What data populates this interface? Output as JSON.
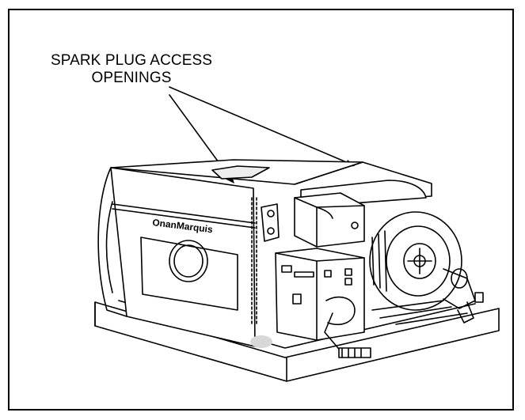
{
  "callout": {
    "line1": "SPARK PLUG ACCESS",
    "line2": "OPENINGS"
  },
  "brand_label": "OnanMarquis",
  "colors": {
    "ink": "#000000",
    "paper": "#ffffff",
    "shade": "#d8d8d8"
  }
}
